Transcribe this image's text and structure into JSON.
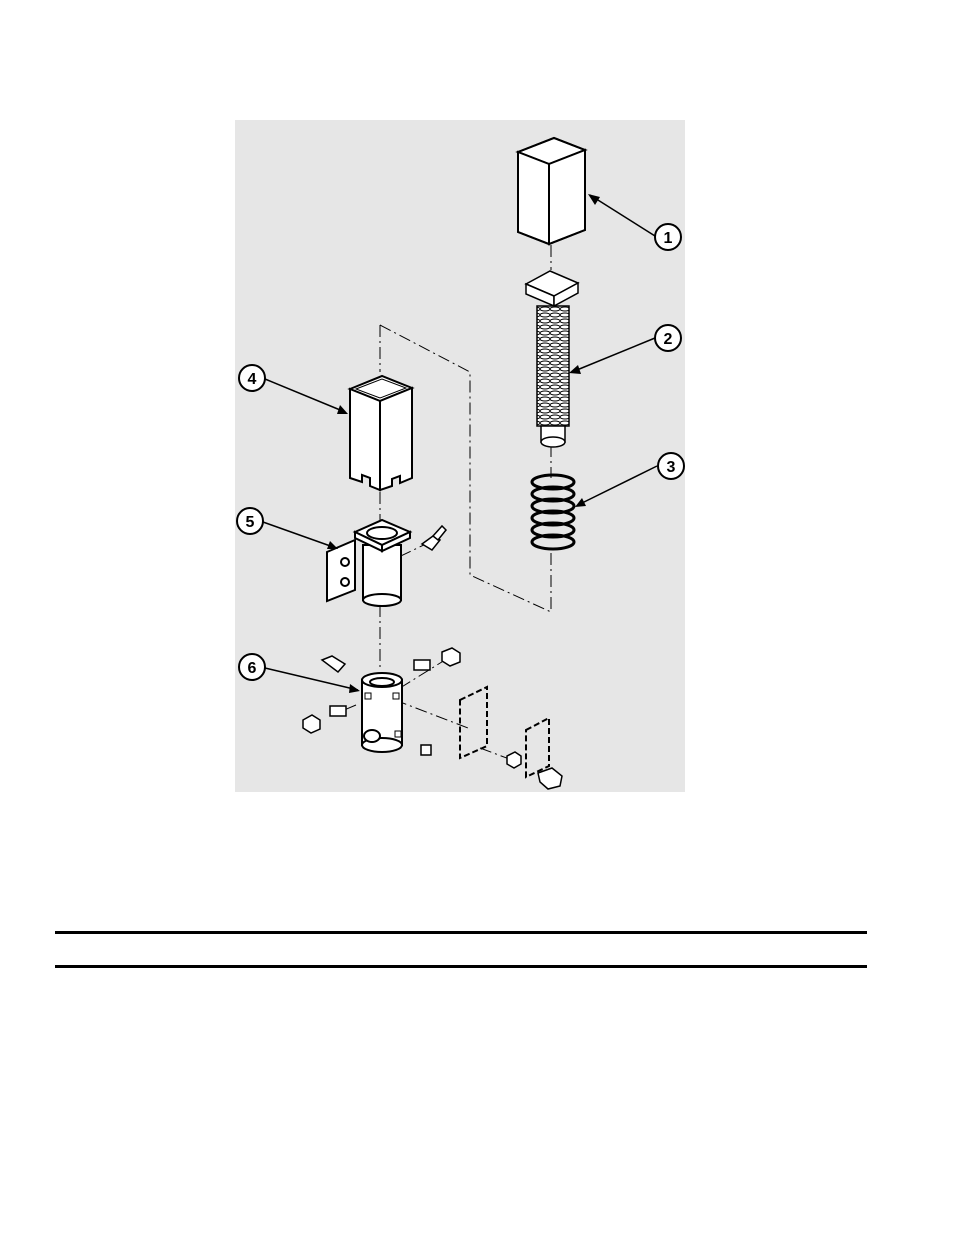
{
  "figure": {
    "description_icon": "exploded-assembly-diagram",
    "callouts": [
      {
        "id": "callout-1",
        "label": "1"
      },
      {
        "id": "callout-2",
        "label": "2"
      },
      {
        "id": "callout-3",
        "label": "3"
      },
      {
        "id": "callout-4",
        "label": "4"
      },
      {
        "id": "callout-5",
        "label": "5"
      },
      {
        "id": "callout-6",
        "label": "6"
      }
    ]
  },
  "colors": {
    "ink": "#000000",
    "panel": "#e6e6e6",
    "part_fill": "#ffffff",
    "shade": "#d8d8d8"
  }
}
